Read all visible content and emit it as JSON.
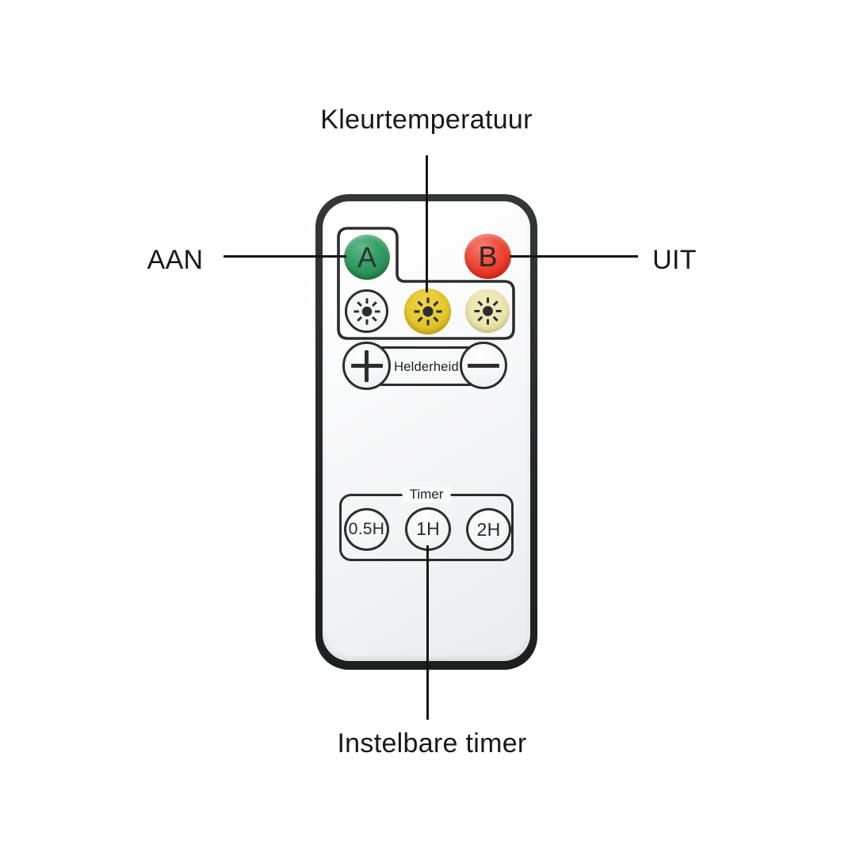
{
  "annotations": {
    "color_temperature": "Kleurtemperatuur",
    "on": "AAN",
    "off": "UIT",
    "adjustable_timer": "Instelbare timer"
  },
  "remote": {
    "power_buttons": {
      "a": {
        "label": "A",
        "color": "#2f9b5b",
        "meaning": "aan"
      },
      "b": {
        "label": "B",
        "color": "#e63425",
        "meaning": "uit"
      }
    },
    "color_temp_buttons": {
      "cool": {
        "name": "cool-white",
        "color": "#f6f7f7"
      },
      "warm": {
        "name": "warm-gold",
        "color": "#e3c52b"
      },
      "soft": {
        "name": "soft-cream",
        "color": "#ebe3ab"
      }
    },
    "brightness": {
      "label": "Helderheid"
    },
    "timer": {
      "label": "Timer",
      "options": [
        "0.5H",
        "1H",
        "2H"
      ]
    }
  },
  "colors": {
    "background": "#ffffff",
    "frame": "#26282a",
    "outline": "#2b2d2f",
    "callout_line": "#141414"
  }
}
